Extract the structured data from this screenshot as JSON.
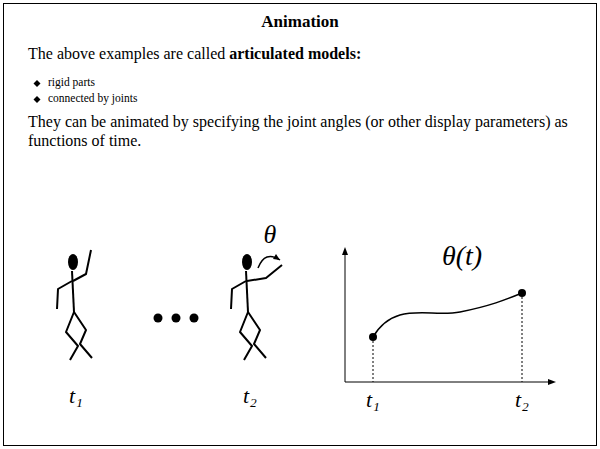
{
  "diagram": {
    "title": "Animation",
    "labels": [
      "The above examples are called",
      "articulated models:",
      "rigid parts",
      "connected by joints",
      "They can be animated by specifying the joint angles (or other display parameters) as functions of time.",
      "θ",
      "θ(t)",
      "t₁",
      "t₂",
      "t₁",
      "t₂"
    ]
  }
}
